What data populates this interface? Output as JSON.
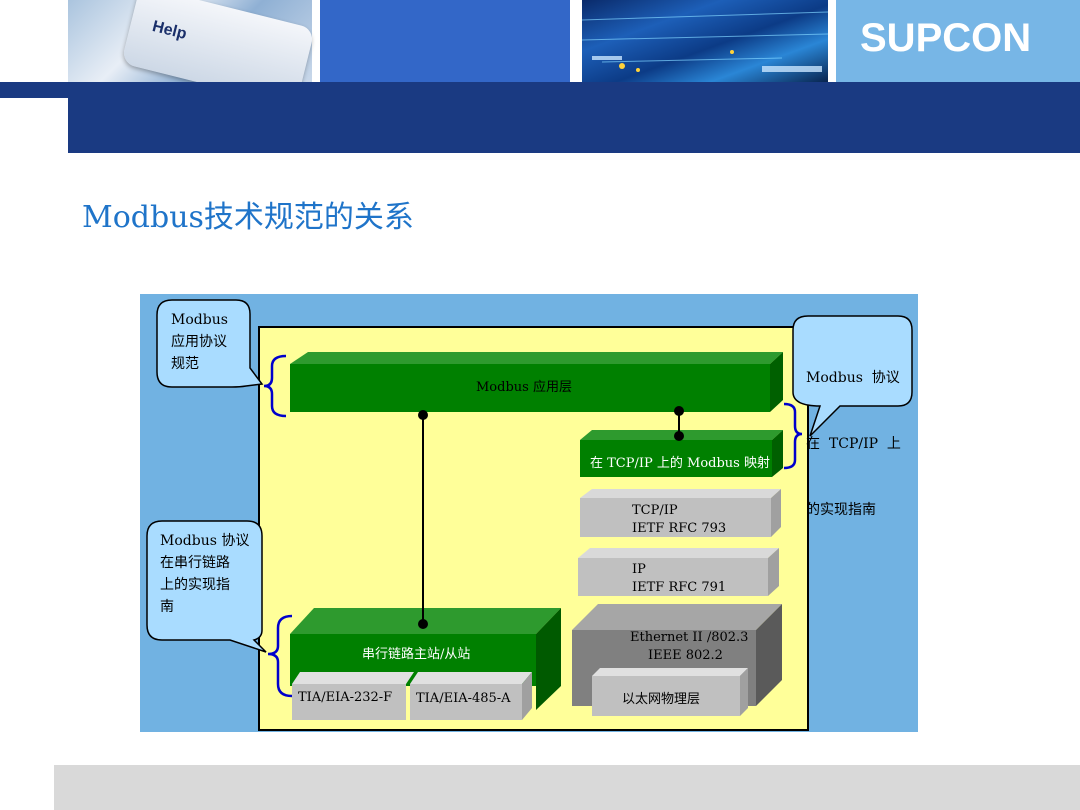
{
  "header": {
    "logo": "SUPCON",
    "key_text": "Help"
  },
  "slide": {
    "title": "Modbus技术规范的关系"
  },
  "diagram": {
    "app_layer": "Modbus 应用层",
    "tcp_mapping": "在 TCP/IP 上的 Modbus 映射",
    "tcp": {
      "line1": "TCP/IP",
      "line2": "IETF RFC 793"
    },
    "ip": {
      "line1": "IP",
      "line2": "IETF RFC 791"
    },
    "ethernet": {
      "line1": "Ethernet II /802.3",
      "line2": "IEEE 802.2"
    },
    "eth_phys": "以太网物理层",
    "serial": "串行链路主站/从站",
    "rs232": "TIA/EIA-232-F",
    "rs485": "TIA/EIA-485-A",
    "callout_app": [
      "Modbus",
      "应用协议",
      "规范"
    ],
    "callout_tcp": [
      "Modbus  协议",
      "在  TCP/IP  上",
      "的实现指南"
    ],
    "callout_serial": [
      "Modbus 协议",
      "在串行链路",
      "上的实现指",
      "南"
    ]
  },
  "colors": {
    "header_band": "#1a3a82",
    "title": "#1f74c9",
    "diagram_bg": "#71b2e2",
    "panel": "#ffff99",
    "green_front": "#008000",
    "gray_front": "#c0c0c0",
    "callout_fill": "#a9dcff",
    "bracket": "#0000cc"
  }
}
